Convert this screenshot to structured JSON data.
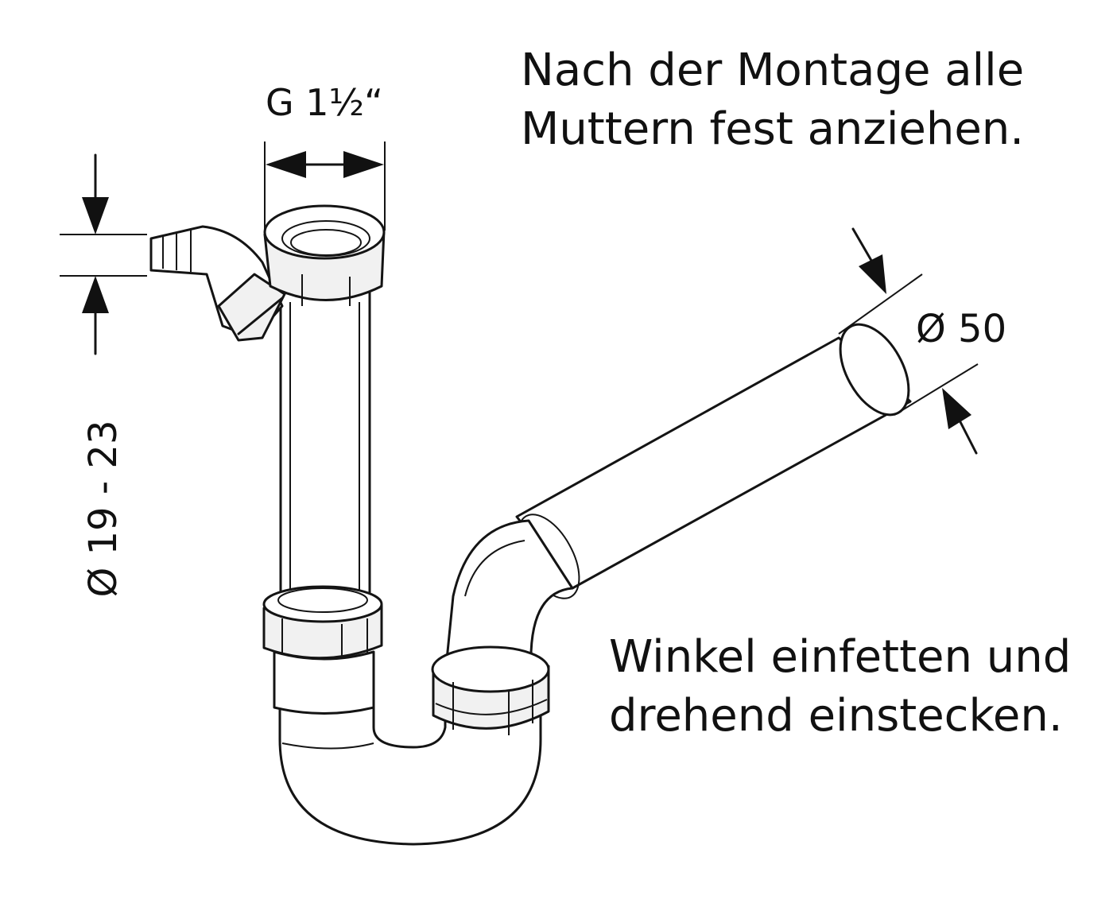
{
  "notes": {
    "assembly_line1": "Nach der Montage alle",
    "assembly_line2": "Muttern fest anziehen.",
    "elbow_line1": "Winkel einfetten und",
    "elbow_line2": "drehend einstecken."
  },
  "dimensions": {
    "thread": "G 1½“",
    "hose_diameter": "Ø 19 - 23",
    "outlet_diameter": "Ø 50"
  }
}
